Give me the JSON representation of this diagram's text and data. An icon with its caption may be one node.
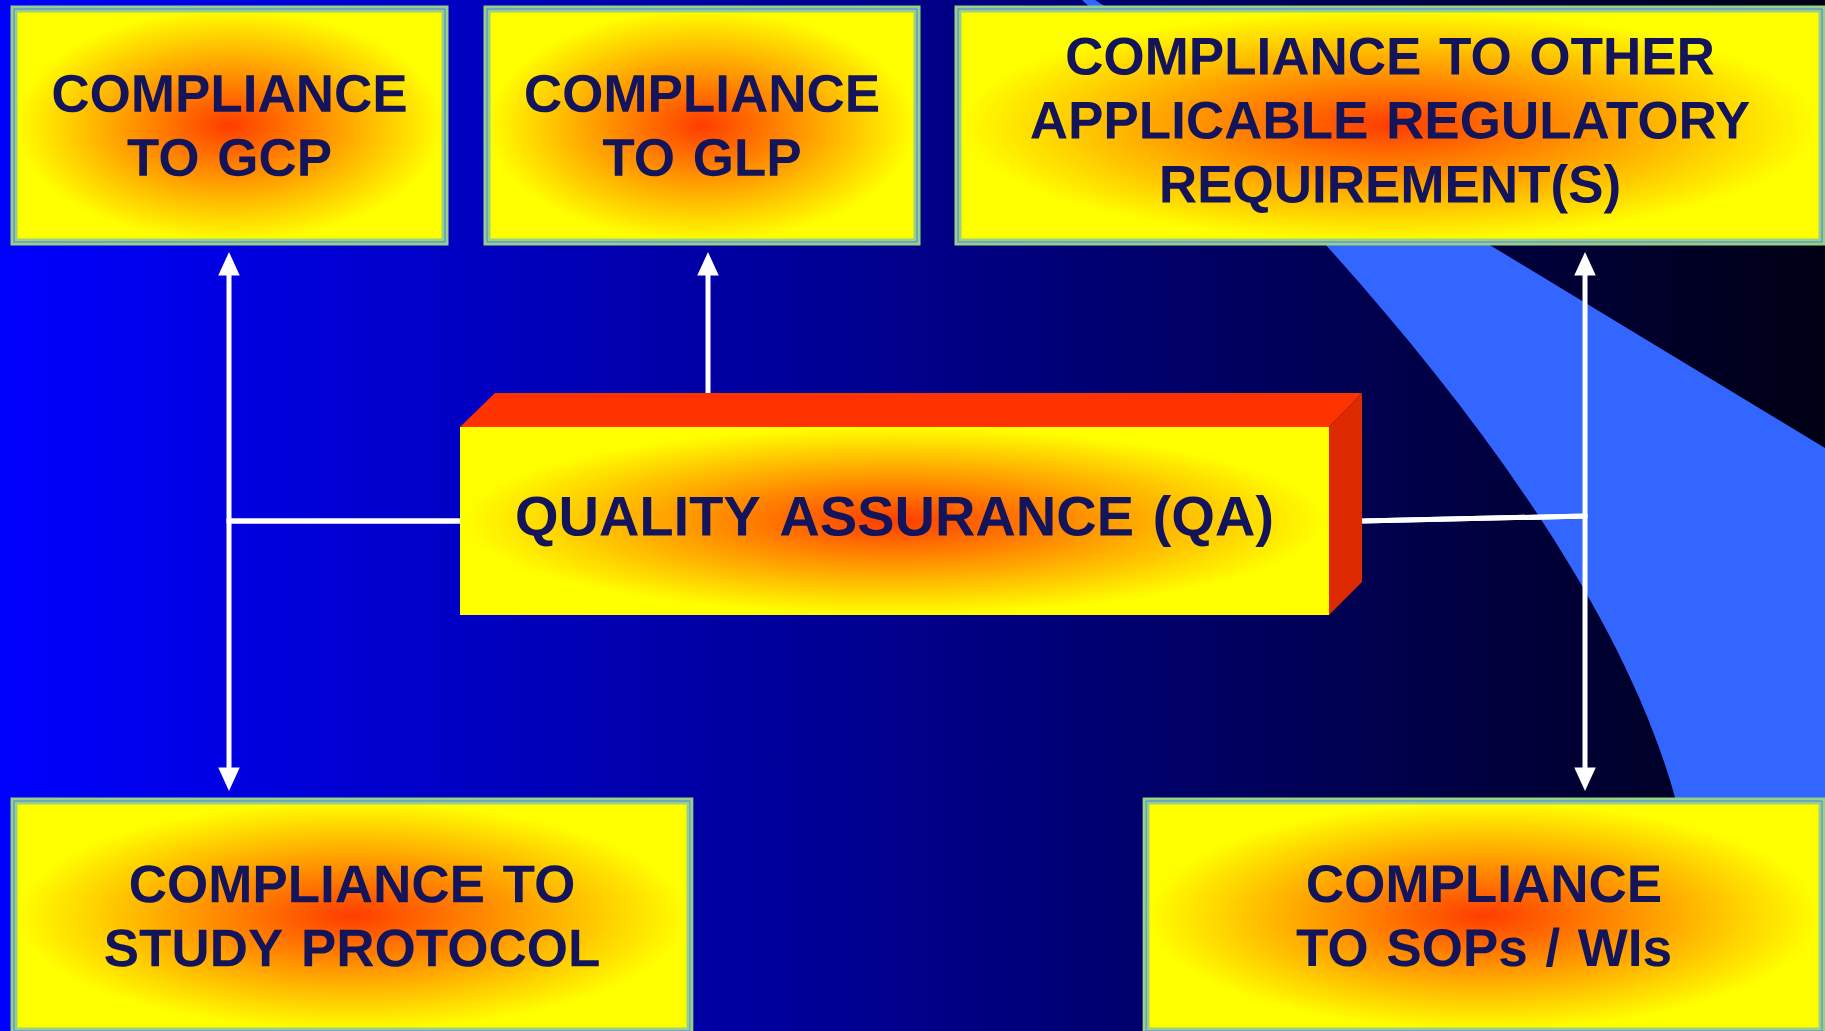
{
  "diagram": {
    "nodes": [
      {
        "text": [
          "QUALITY ASSURANCE (QA)"
        ]
      },
      {
        "text": [
          "COMPLIANCE TO GCP"
        ]
      },
      {
        "text": [
          "COMPLIANCE TO GLP"
        ]
      },
      {
        "text": [
          "COMPLIANCE TO OTHER APPLICABLE REGULATORY REQUIREMENT(S)"
        ]
      },
      {
        "text": [
          "COMPLIANCE TO STUDY PROTOCOL"
        ]
      },
      {
        "text": [
          "COMPLIANCE TO SOPs / WIs"
        ]
      }
    ],
    "edges": [
      {
        "from": 0,
        "to": 1,
        "arrow": "to"
      },
      {
        "from": 0,
        "to": 4,
        "arrow": "to"
      },
      {
        "from": 0,
        "to": 2,
        "arrow": "to"
      },
      {
        "from": 0,
        "to": 3,
        "arrow": "to"
      },
      {
        "from": 0,
        "to": 5,
        "arrow": "to"
      }
    ]
  }
}
